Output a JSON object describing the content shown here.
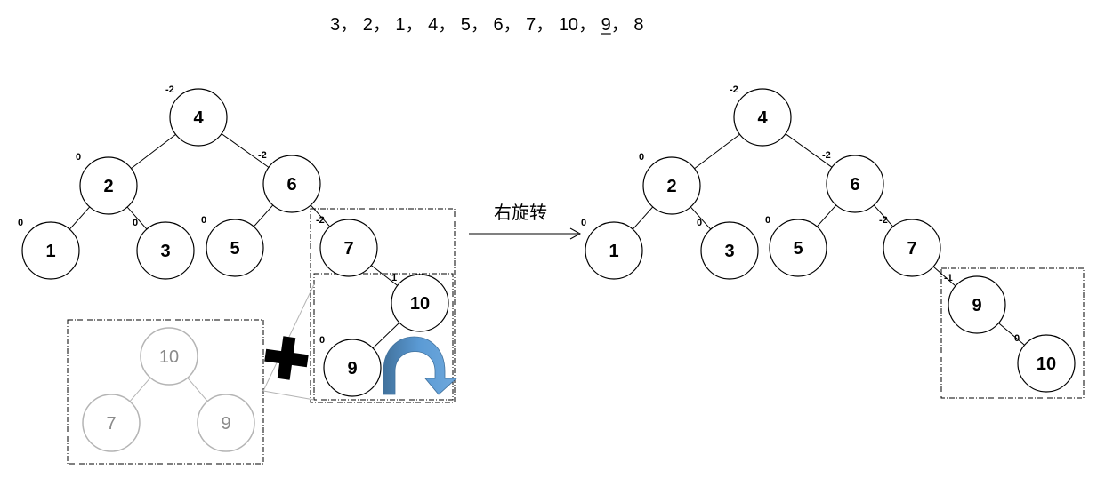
{
  "sequence": {
    "items": [
      "3",
      "2",
      "1",
      "4",
      "5",
      "6",
      "7",
      "10",
      "9",
      "8"
    ],
    "separator": "，",
    "underlined": "9"
  },
  "operation_label": "右旋转",
  "left_tree": {
    "nodes": {
      "4": {
        "label": "4",
        "bf": "-2"
      },
      "2": {
        "label": "2",
        "bf": "0"
      },
      "6": {
        "label": "6",
        "bf": "-2"
      },
      "1": {
        "label": "1",
        "bf": "0"
      },
      "3": {
        "label": "3",
        "bf": "0"
      },
      "5": {
        "label": "5",
        "bf": "0"
      },
      "7": {
        "label": "7",
        "bf": "-2"
      },
      "10": {
        "label": "10",
        "bf": "1"
      },
      "9": {
        "label": "9",
        "bf": "0"
      }
    },
    "edges": [
      [
        "4",
        "2"
      ],
      [
        "4",
        "6"
      ],
      [
        "2",
        "1"
      ],
      [
        "2",
        "3"
      ],
      [
        "6",
        "5"
      ],
      [
        "6",
        "7"
      ],
      [
        "7",
        "10"
      ],
      [
        "10",
        "9"
      ]
    ]
  },
  "faded_subtree": {
    "nodes": {
      "10": {
        "label": "10"
      },
      "7": {
        "label": "7"
      },
      "9": {
        "label": "9"
      }
    },
    "edges": [
      [
        "10",
        "7"
      ],
      [
        "10",
        "9"
      ]
    ]
  },
  "right_tree": {
    "nodes": {
      "4": {
        "label": "4",
        "bf": "-2"
      },
      "2": {
        "label": "2",
        "bf": "0"
      },
      "6": {
        "label": "6",
        "bf": "-2"
      },
      "1": {
        "label": "1",
        "bf": "0"
      },
      "3": {
        "label": "3",
        "bf": "0"
      },
      "5": {
        "label": "5",
        "bf": "0"
      },
      "7": {
        "label": "7",
        "bf": "-2"
      },
      "9": {
        "label": "9",
        "bf": "-1"
      },
      "10": {
        "label": "10",
        "bf": "0"
      }
    },
    "edges": [
      [
        "4",
        "2"
      ],
      [
        "4",
        "6"
      ],
      [
        "2",
        "1"
      ],
      [
        "2",
        "3"
      ],
      [
        "6",
        "5"
      ],
      [
        "6",
        "7"
      ],
      [
        "7",
        "9"
      ],
      [
        "9",
        "10"
      ]
    ]
  },
  "colors": {
    "node_stroke": "#000000",
    "faded": "#b4b4b4",
    "faded_text": "#8a8a8a",
    "arrow_light": "#5b9bd5",
    "arrow_dark": "#41719c"
  }
}
